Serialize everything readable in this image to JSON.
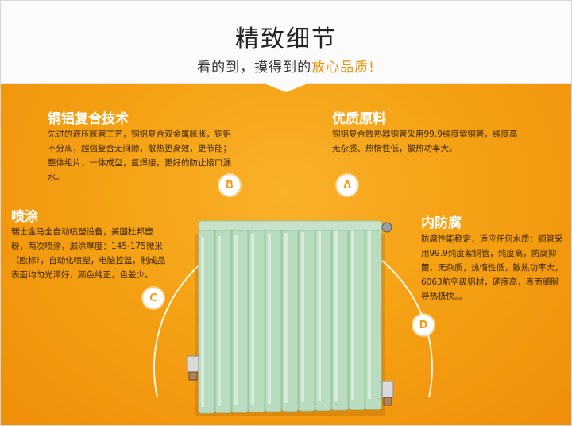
{
  "header": {
    "title": "精致细节",
    "subtitle_a": "看的到，摸得到的",
    "subtitle_b": "放心品质!"
  },
  "features": {
    "a": {
      "badge": "A",
      "title": "优质原料",
      "body": "铜铝复合散热器铜管采用99.9纯度紫铜管，纯度高无杂质、热惰性低，散热功率大。"
    },
    "b": {
      "badge": "B",
      "title": "铜铝复合技术",
      "body": "先进的液压胀管工艺，铜铝复合双金属胀胀，铜铝不分离，超强复合无间隙，散热更高效，更节能；整体组片，一体成型，氩焊接，更好的防止接口漏水。"
    },
    "c": {
      "badge": "C",
      "title": "喷涂",
      "body": "瑞士金马全自动喷塑设备，美国杜邦塑粉，两次喷涂，漏涂厚度：145-175微米（欧标），自动化喷塑，电脑控温，制成品表面均匀光泽好，颜色纯正，色差少。"
    },
    "d": {
      "badge": "D",
      "title": "内防腐",
      "body": "防腐性能稳定，适应任何水质：铜管采用99.9纯度紫铜管，纯度高，防腐抑菌，无杂质，热惰性低，散热功率大，6063航空级铝材，硬度高，表面细腻导热极快。。"
    }
  },
  "colors": {
    "background": "#f5a114",
    "header_bg": "#fbfbfb",
    "radiator": "#b9dbc0",
    "accent": "#f0900a"
  },
  "icons": [
    "radiator-image",
    "valve-icon"
  ]
}
